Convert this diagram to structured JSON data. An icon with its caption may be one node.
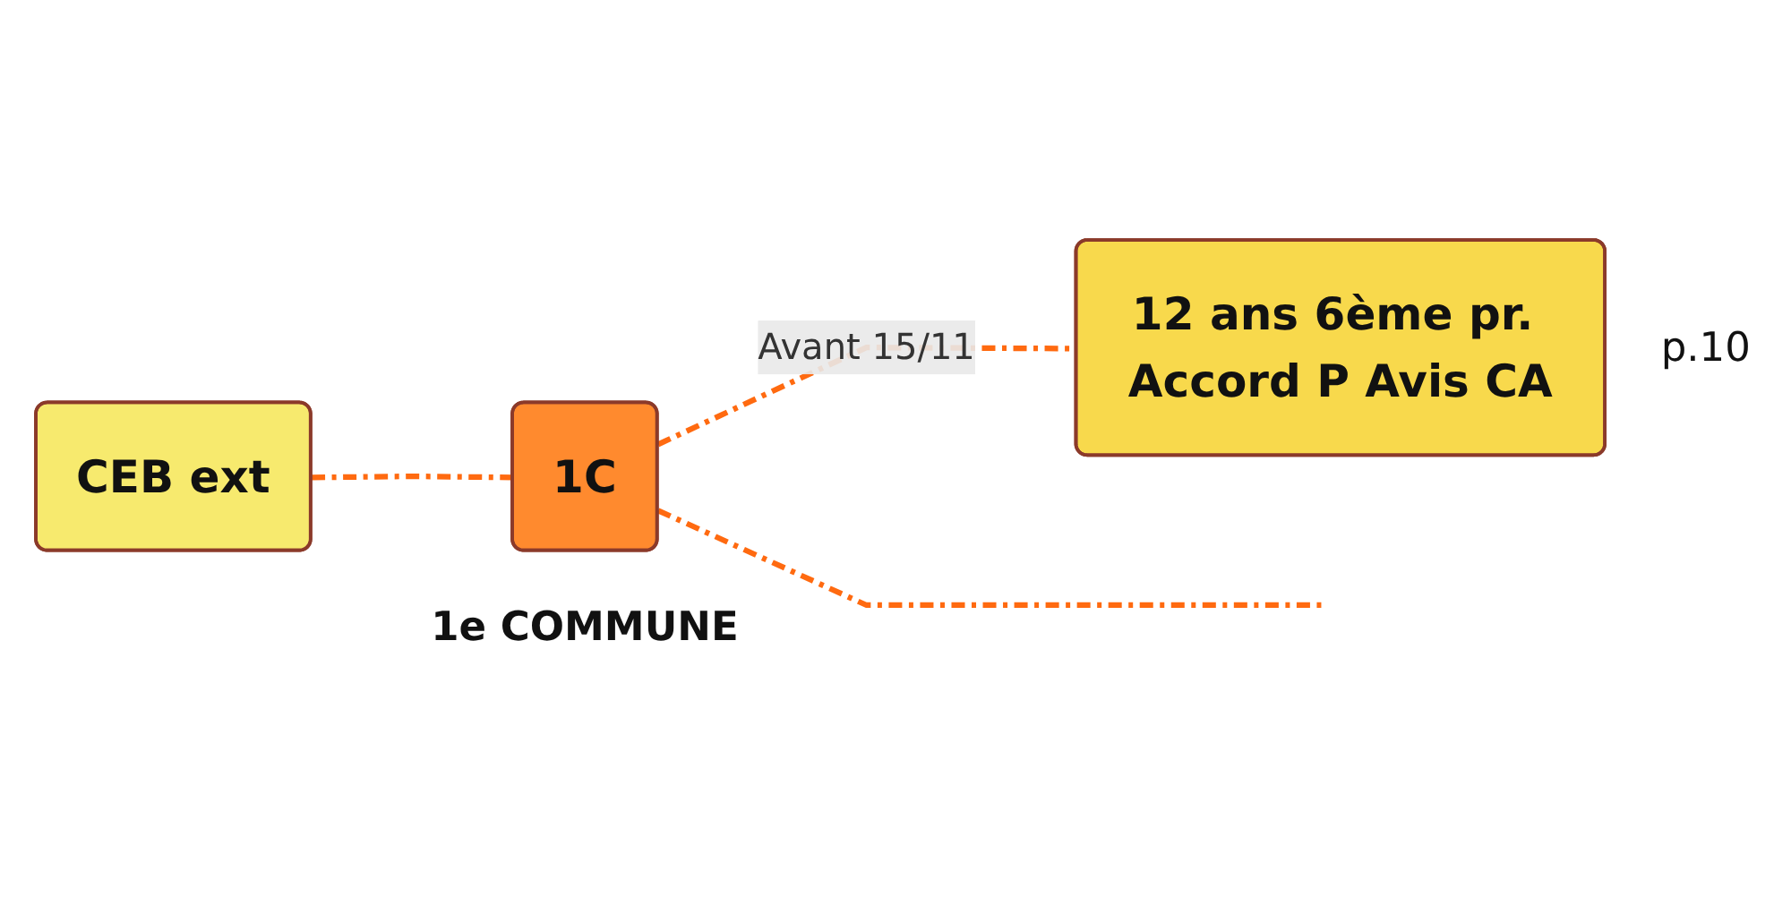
{
  "diagram": {
    "nodes": [
      {
        "text": [
          "CEB ext"
        ]
      },
      {
        "text": [
          "1C"
        ],
        "beside": [
          "1e COMMUNE"
        ]
      },
      {
        "text": [
          "12 ans 6ème pr. Accord P Avis CA"
        ],
        "beside": [
          "p.10"
        ]
      }
    ],
    "edges": [
      {
        "from": 0,
        "to": 1,
        "arrow": "none",
        "style": "dashed"
      },
      {
        "from": 1,
        "to": 2,
        "arrow": "none",
        "style": "dashed",
        "label": "Avant 15/11"
      },
      {
        "from": 1,
        "to": null,
        "arrow": "none",
        "style": "dashed"
      }
    ]
  }
}
